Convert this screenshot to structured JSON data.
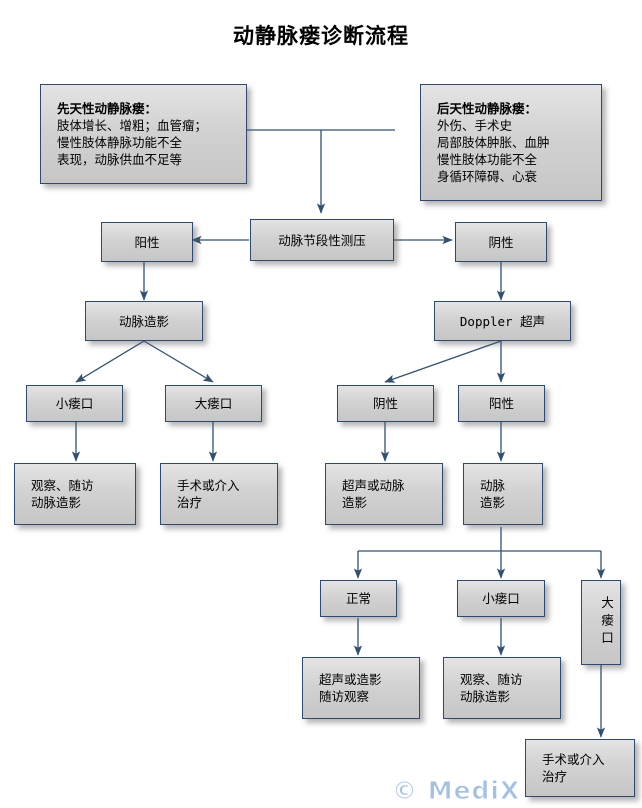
{
  "title": "动静脉瘘诊断流程",
  "watermark": "© MediX",
  "colors": {
    "box_border": "#2f4a6d",
    "box_fill_top": "#e4e4e4",
    "box_fill_bottom": "#c6c6c6",
    "connector": "#33506f",
    "text": "#000000",
    "watermark": "#a8c0e0"
  },
  "nodes": {
    "congenital": {
      "heading": "先天性动静脉瘘：",
      "line1": "肢体增长、增粗；血管瘤；",
      "line2": "慢性肢体静脉功能不全",
      "line3": "表现，动脉供血不足等"
    },
    "acquired": {
      "heading": "后天性动静脉瘘：",
      "line1": "外伤、手术史",
      "line2": "局部肢体肿胀、血肿",
      "line3": "慢性肢体功能不全",
      "line4": "身循环障碍、心衰"
    },
    "segmental_pressure": {
      "label": "动脉节段性测压"
    },
    "positive_left": {
      "label": "阳性"
    },
    "negative_right": {
      "label": "阴性"
    },
    "angiography_left": {
      "label": "动脉造影"
    },
    "doppler": {
      "label": "Doppler  超声"
    },
    "small_fistula_left": {
      "label": "小瘘口"
    },
    "large_fistula_left": {
      "label": "大瘘口"
    },
    "doppler_negative": {
      "label": "阴性"
    },
    "doppler_positive": {
      "label": "阳性"
    },
    "observe_followup_left": {
      "line1": "观察、随访",
      "line2": "动脉造影"
    },
    "surgery_left": {
      "line1": "手术或介入",
      "line2": "治疗"
    },
    "us_or_angio": {
      "line1": "超声或动脉",
      "line2": "造影"
    },
    "angiography_right": {
      "line1": "动脉",
      "line2": "造影"
    },
    "normal": {
      "label": "正常"
    },
    "small_fistula_right": {
      "label": "小瘘口"
    },
    "large_fistula_right": {
      "label": "大瘘口"
    },
    "us_or_angio_followup": {
      "line1": "超声或造影",
      "line2": "随访观察"
    },
    "observe_followup_right": {
      "line1": "观察、随访",
      "line2": "动脉造影"
    },
    "surgery_right": {
      "line1": "手术或介入",
      "line2": "治疗"
    }
  }
}
